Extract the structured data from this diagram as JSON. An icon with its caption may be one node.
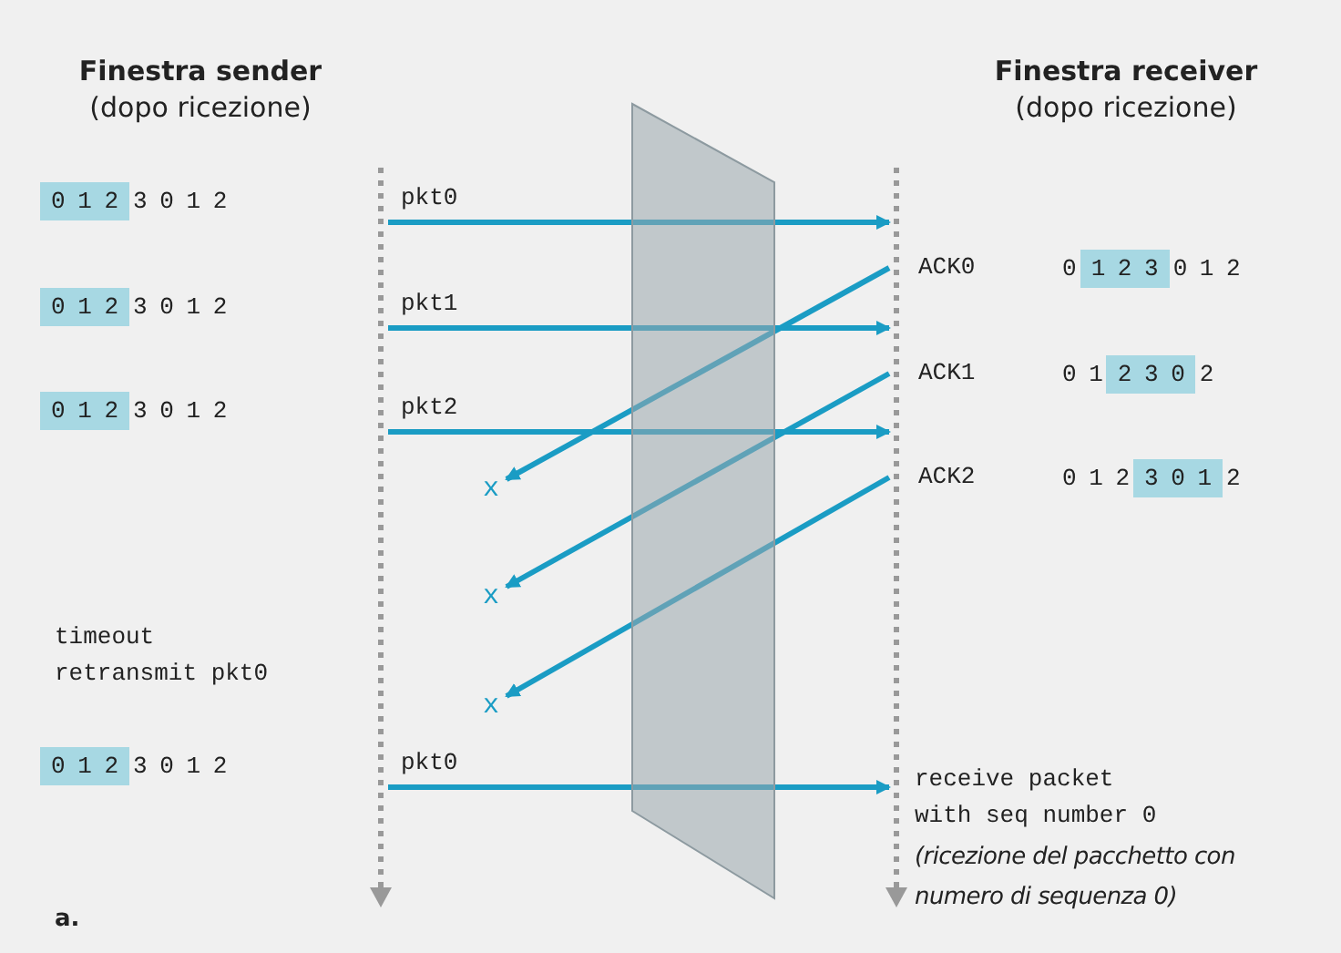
{
  "diagram": {
    "nodes": [
      {
        "text": [],
        "shape": "bar"
      },
      {
        "text": [],
        "shape": "bar"
      },
      {
        "text": [
          "x"
        ]
      },
      {
        "text": [
          "x"
        ]
      },
      {
        "text": [
          "x"
        ]
      }
    ],
    "edges": [
      {
        "from": 0,
        "to": 1,
        "arrow": "to",
        "label": "pkt0"
      },
      {
        "from": 0,
        "to": 1,
        "arrow": "to",
        "label": "pkt1"
      },
      {
        "from": 0,
        "to": 1,
        "arrow": "to",
        "label": "pkt2"
      },
      {
        "from": 1,
        "to": 2,
        "arrow": "to",
        "label": "ACK0"
      },
      {
        "from": 1,
        "to": 3,
        "arrow": "to",
        "label": "ACK1"
      },
      {
        "from": 1,
        "to": 4,
        "arrow": "to",
        "label": "ACK2"
      },
      {
        "from": 0,
        "to": 1,
        "arrow": "to",
        "label": "pkt0"
      }
    ],
    "labels": [
      "Finestra sender",
      "(dopo ricezione)",
      "Finestra receiver",
      "(dopo ricezione)",
      "0 1 2",
      "3 0 1 2",
      "0 1 2",
      "3 0 1 2",
      "0 1 2",
      "3 0 1 2",
      "0",
      "1 2 3",
      "0 1 2",
      "0 1",
      "2 3 0",
      "2",
      "0 1 2",
      "3 0 1",
      "2",
      "timeout retransmit pkt0",
      "0 1 2",
      "3 0 1 2",
      "receive packet with seq number 0",
      "(ricezione del pacchetto con numero di sequenza 0)",
      "a."
    ]
  }
}
